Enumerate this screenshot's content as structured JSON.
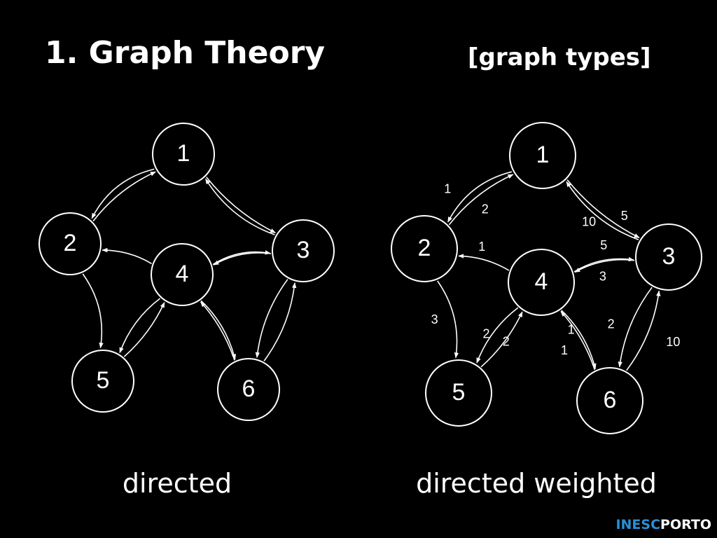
{
  "slide": {
    "title": "1. Graph Theory",
    "subtitle": "[graph types]",
    "logo": {
      "part1": "INESC",
      "part2": "PORTO"
    }
  },
  "colors": {
    "background": "#000000",
    "foreground": "#ffffff",
    "logo_accent": "#2a8fd6"
  },
  "graphs": [
    {
      "caption": "directed",
      "weighted": false,
      "nodes": [
        "1",
        "2",
        "3",
        "4",
        "5",
        "6"
      ],
      "edges": [
        {
          "from": "1",
          "to": "2"
        },
        {
          "from": "2",
          "to": "1"
        },
        {
          "from": "1",
          "to": "3"
        },
        {
          "from": "3",
          "to": "1"
        },
        {
          "from": "4",
          "to": "2"
        },
        {
          "from": "3",
          "to": "4"
        },
        {
          "from": "4",
          "to": "3"
        },
        {
          "from": "2",
          "to": "5"
        },
        {
          "from": "4",
          "to": "5"
        },
        {
          "from": "5",
          "to": "4"
        },
        {
          "from": "4",
          "to": "6"
        },
        {
          "from": "6",
          "to": "4"
        },
        {
          "from": "3",
          "to": "6"
        },
        {
          "from": "6",
          "to": "3"
        }
      ]
    },
    {
      "caption": "directed weighted",
      "weighted": true,
      "nodes": [
        "1",
        "2",
        "3",
        "4",
        "5",
        "6"
      ],
      "edges": [
        {
          "from": "1",
          "to": "2",
          "weight": "1"
        },
        {
          "from": "2",
          "to": "1",
          "weight": "2"
        },
        {
          "from": "3",
          "to": "1",
          "weight": "5"
        },
        {
          "from": "1",
          "to": "3",
          "weight": "10"
        },
        {
          "from": "4",
          "to": "2",
          "weight": "1"
        },
        {
          "from": "3",
          "to": "4",
          "weight": "5"
        },
        {
          "from": "4",
          "to": "3",
          "weight": "3"
        },
        {
          "from": "2",
          "to": "5",
          "weight": "3"
        },
        {
          "from": "5",
          "to": "4",
          "weight": "2"
        },
        {
          "from": "4",
          "to": "5",
          "weight": "2"
        },
        {
          "from": "6",
          "to": "4",
          "weight": "1"
        },
        {
          "from": "4",
          "to": "6",
          "weight": "1"
        },
        {
          "from": "3",
          "to": "6",
          "weight": "2"
        },
        {
          "from": "6",
          "to": "3",
          "weight": "10"
        }
      ]
    }
  ]
}
